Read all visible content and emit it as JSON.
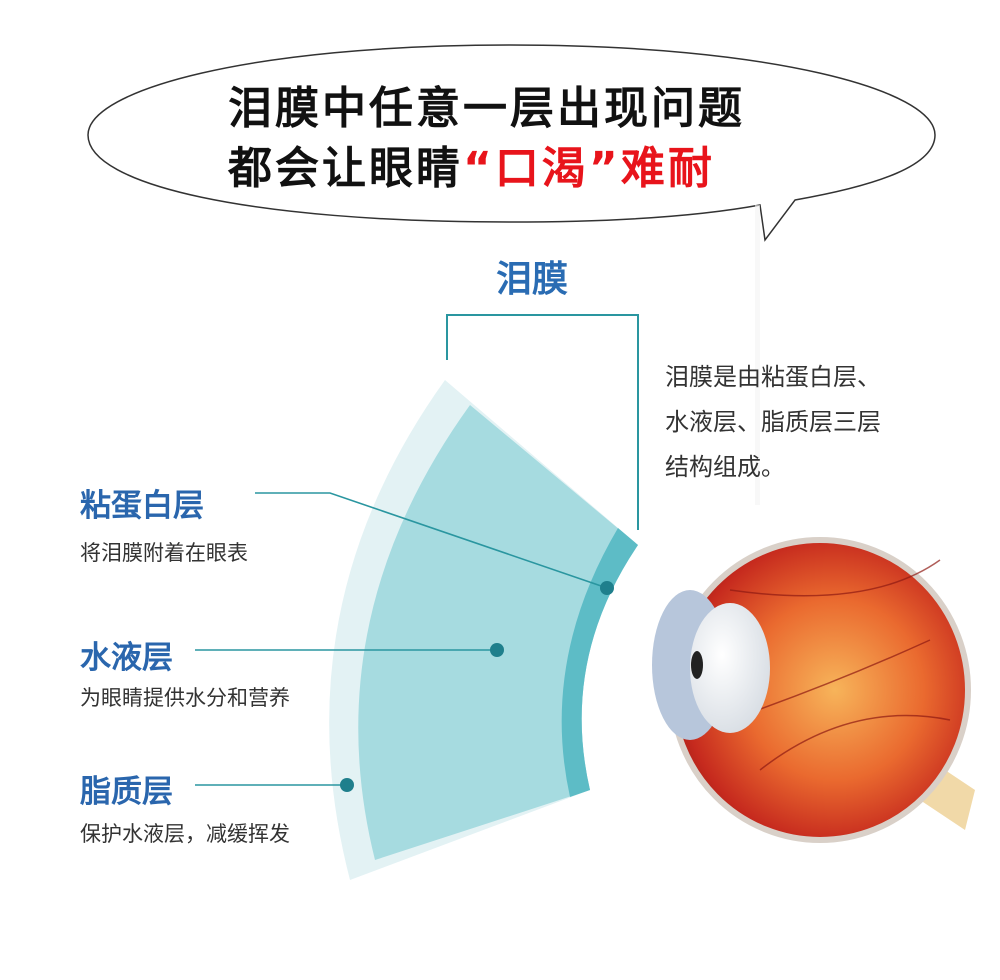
{
  "bubble": {
    "line1": "泪膜中任意一层出现问题",
    "line2_prefix": "都会让眼睛",
    "line2_highlight": "“口渴”",
    "line2_suffix": "难耐"
  },
  "title": "泪膜",
  "description": [
    "泪膜是由粘蛋白层、",
    "水液层、脂质层三层",
    "结构组成。"
  ],
  "layers": [
    {
      "name": "粘蛋白层",
      "desc": "将泪膜附着在眼表"
    },
    {
      "name": "水液层",
      "desc": "为眼睛提供水分和营养"
    },
    {
      "name": "脂质层",
      "desc": "保护水液层，减缓挥发"
    }
  ],
  "colors": {
    "highlight": "#e8141b",
    "label_blue": "#2a66ad",
    "line": "#2a96a0"
  }
}
